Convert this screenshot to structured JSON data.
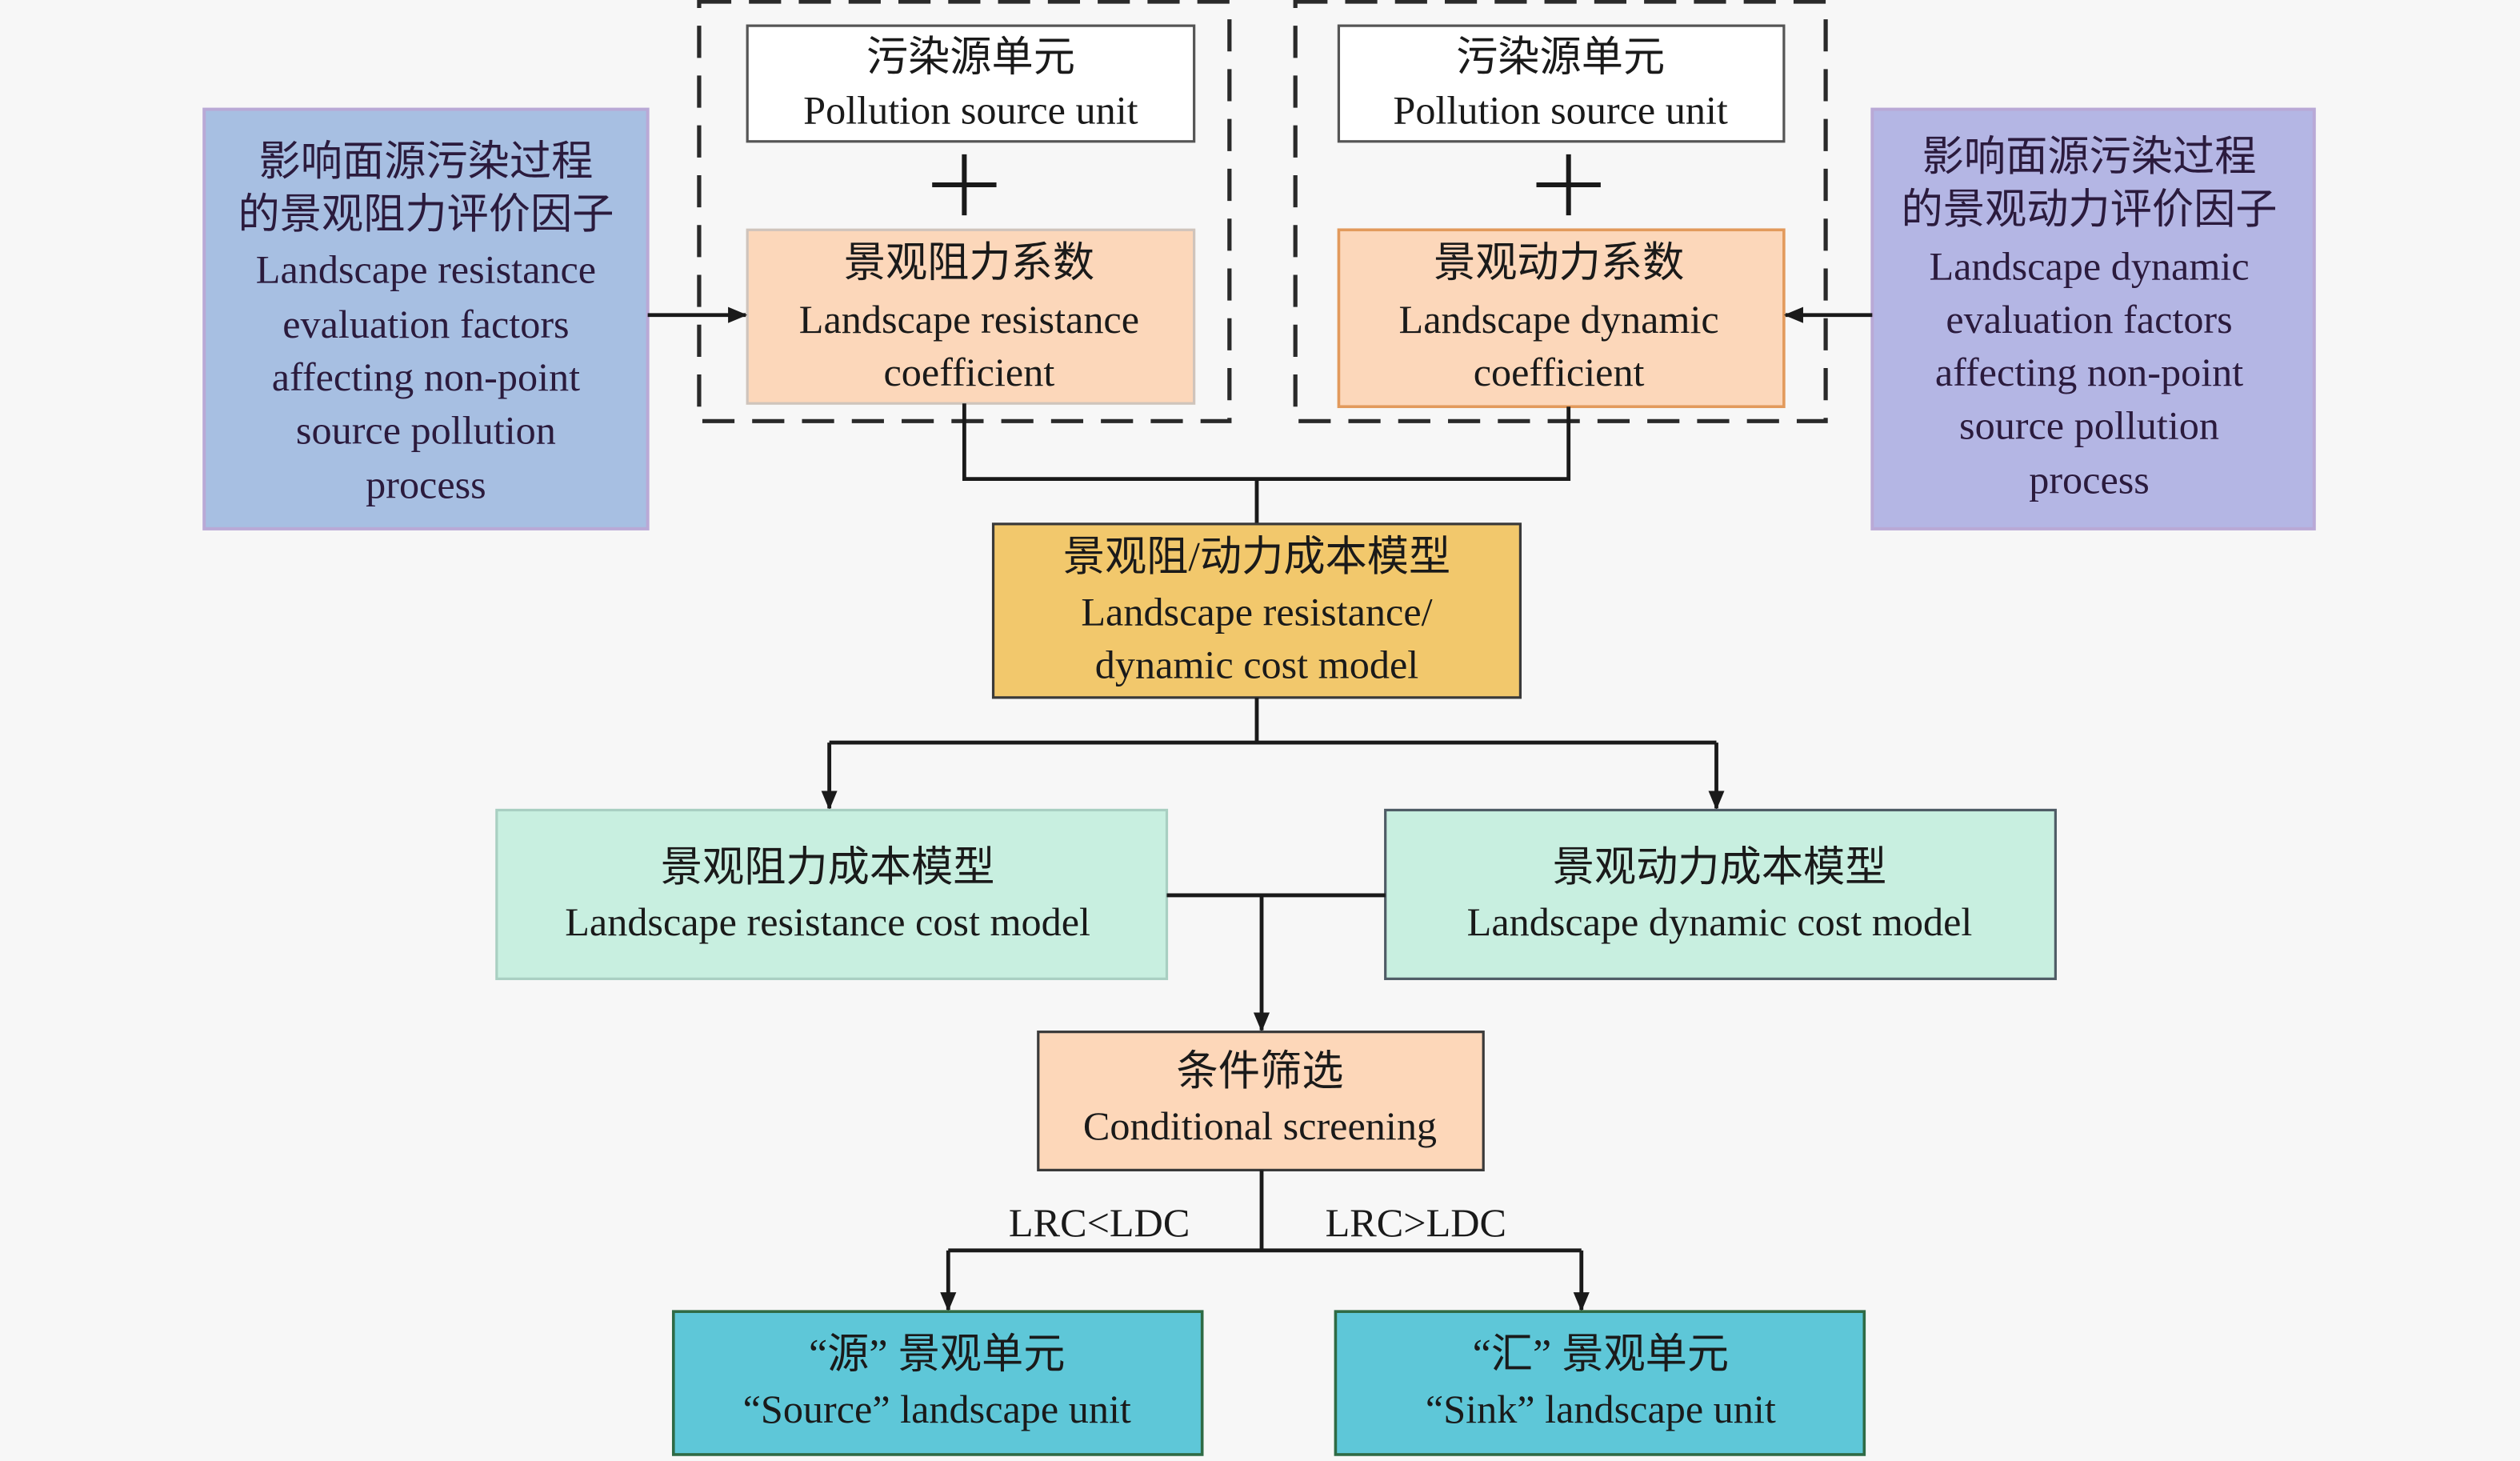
{
  "diagram": {
    "resistance_factors": {
      "lines": [
        "影响面源污染过程",
        "的景观阻力评价因子",
        "Landscape resistance",
        "evaluation factors",
        "affecting non-point",
        "source pollution",
        "process"
      ]
    },
    "dynamic_factors": {
      "lines": [
        "影响面源污染过程",
        "的景观动力评价因子",
        "Landscape dynamic",
        "evaluation factors",
        "affecting non-point",
        "source pollution",
        "process"
      ]
    },
    "pollution_source_left": {
      "lines": [
        "污染源单元",
        "Pollution source unit"
      ]
    },
    "pollution_source_right": {
      "lines": [
        "污染源单元",
        "Pollution source unit"
      ]
    },
    "resistance_coefficient": {
      "lines": [
        "景观阻力系数",
        "Landscape resistance",
        "coefficient"
      ]
    },
    "dynamic_coefficient": {
      "lines": [
        "景观动力系数",
        "Landscape dynamic",
        "coefficient"
      ]
    },
    "cost_model": {
      "lines": [
        "景观阻/动力成本模型",
        "Landscape resistance/",
        "dynamic cost model"
      ]
    },
    "resistance_cost_model": {
      "lines": [
        "景观阻力成本模型",
        "Landscape resistance cost model"
      ]
    },
    "dynamic_cost_model": {
      "lines": [
        "景观动力成本模型",
        "Landscape dynamic cost model"
      ]
    },
    "conditional_screening": {
      "lines": [
        "条件筛选",
        "Conditional screening"
      ]
    },
    "conditions": {
      "left": "LRC<LDC",
      "right": "LRC>LDC"
    },
    "source_unit": {
      "lines": [
        "“源” 景观单元",
        "“Source” landscape unit"
      ]
    },
    "sink_unit": {
      "lines": [
        "“汇” 景观单元",
        "“Sink” landscape unit"
      ]
    }
  },
  "icons": {
    "combine": "plus-icon",
    "connector_head": "arrow-icon"
  },
  "colors": {
    "background": "#f7f7f7",
    "factor_resistance": "#a7bfe2",
    "factor_dynamic": "#b4b6e4",
    "pollution_source": "#ffffff",
    "coefficient": "#fcd7ba",
    "cost_model": "#f2c86c",
    "sub_cost_model": "#c8efe0",
    "screening": "#fdd7b9",
    "landscape_unit": "#5ec7d8"
  }
}
